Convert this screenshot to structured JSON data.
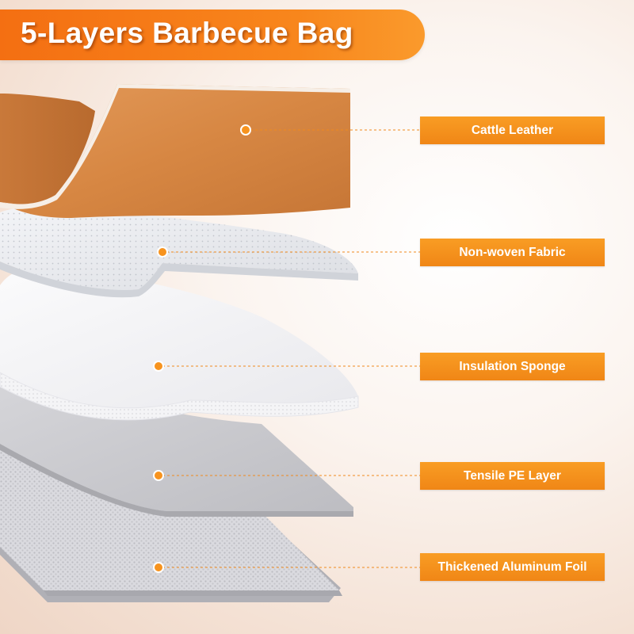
{
  "title": "5-Layers Barbecue Bag",
  "layers": [
    {
      "label": "Cattle Leather",
      "color": "#d9894a"
    },
    {
      "label": "Non-woven Fabric",
      "color": "#eceef2"
    },
    {
      "label": "Insulation Sponge",
      "color": "#f6f6f8"
    },
    {
      "label": "Tensile PE Layer",
      "color": "#c8c8cc"
    },
    {
      "label": "Thickened Aluminum Foil",
      "color": "#d4d4d8"
    }
  ],
  "accent_color": "#f7931e"
}
